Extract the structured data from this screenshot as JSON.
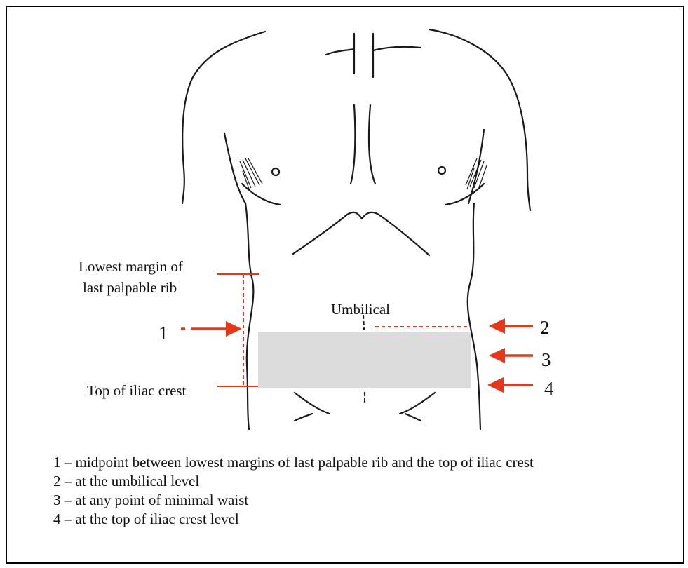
{
  "labels": {
    "rib_line1": "Lowest margin of",
    "rib_line2": "last palpable rib",
    "iliac": "Top of iliac crest",
    "umbilical": "Umbilical"
  },
  "numbers": [
    "1",
    "2",
    "3",
    "4"
  ],
  "legend": [
    "1 – midpoint between lowest margins of last palpable rib and the top of iliac crest",
    "2 – at the umbilical level",
    "3 – at any point of minimal waist",
    "4 – at the top of iliac crest level"
  ],
  "colors": {
    "arrow": "#e8361b",
    "overlay": "#dcdcdc",
    "outline": "#1a1a1a",
    "border": "#000000"
  },
  "icons": [
    "torso-outline-drawing",
    "right-arrow-icon",
    "left-arrow-icon"
  ]
}
